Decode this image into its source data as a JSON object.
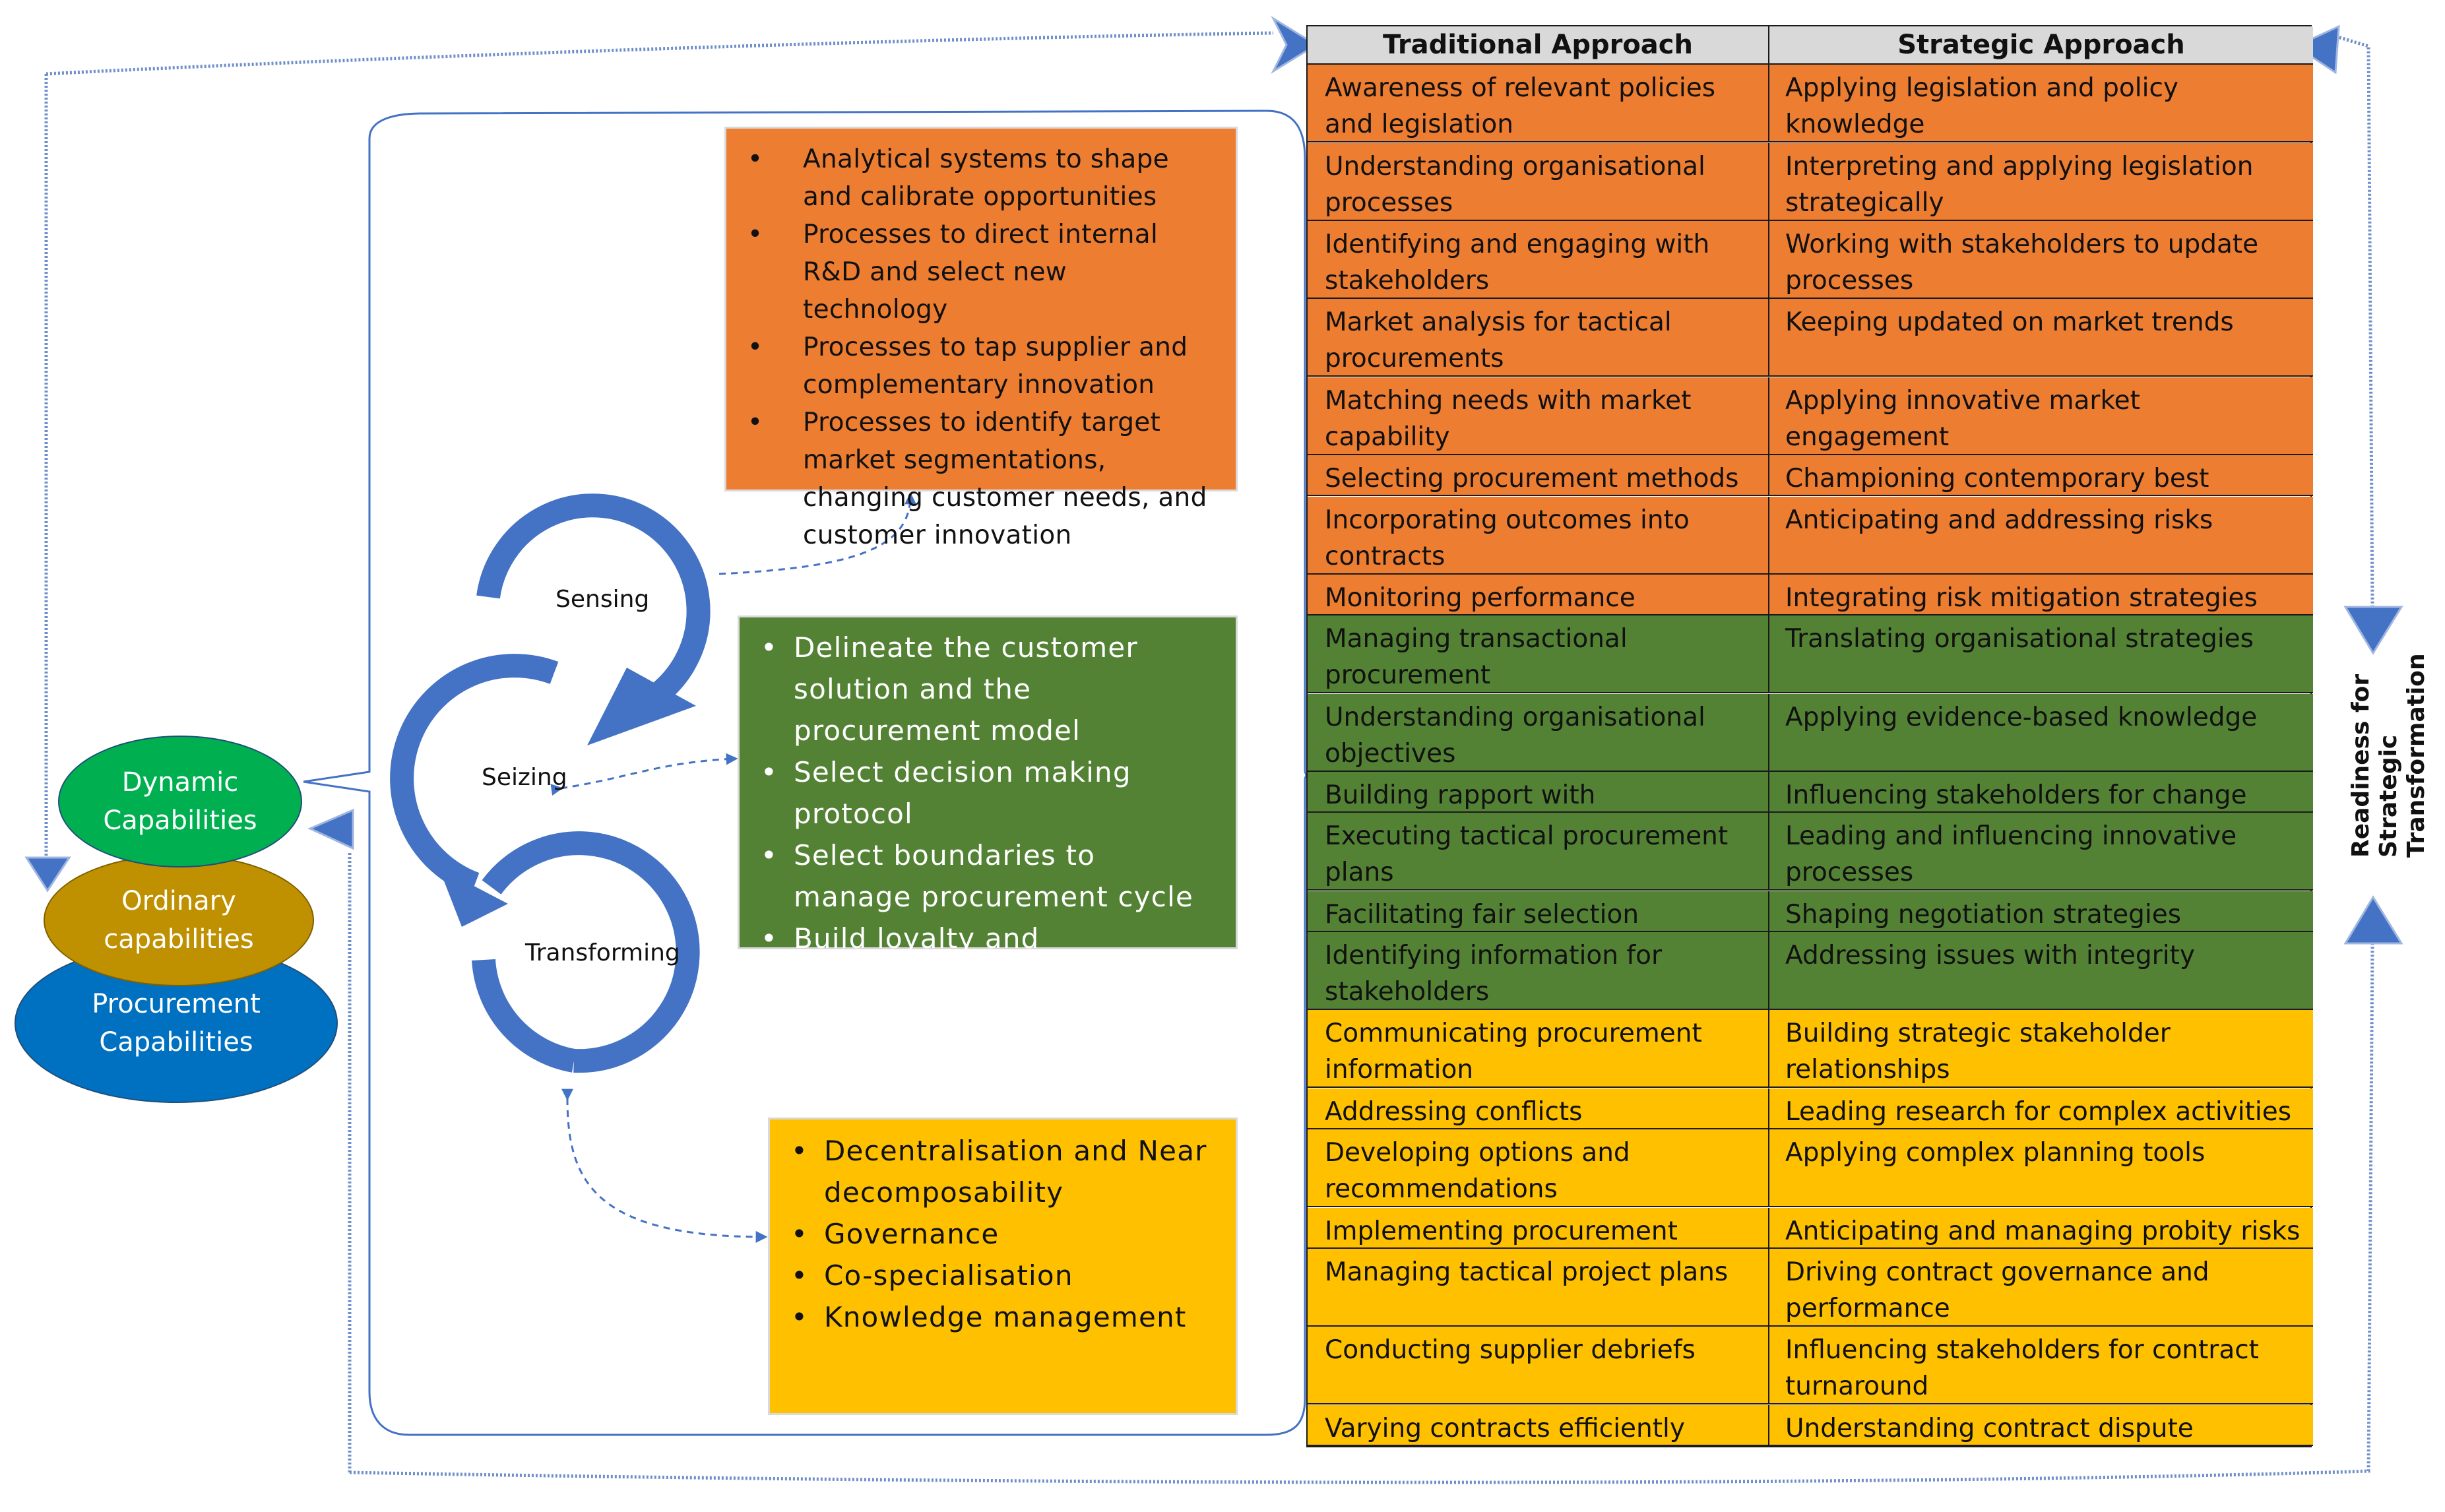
{
  "capabilities": {
    "dynamic": "Dynamic Capabilities",
    "ordinary": "Ordinary capabilities",
    "procurement": "Procurement Capabilities"
  },
  "stages": {
    "sensing": "Sensing",
    "seizing": "Seizing",
    "transforming": "Transforming"
  },
  "sensing_box": {
    "items": [
      "Analytical systems to shape and calibrate opportunities",
      "Processes to direct internal R&D and select new technology",
      "Processes to tap supplier and complementary innovation",
      "Processes to identify target market segmentations, changing customer needs, and customer innovation"
    ]
  },
  "seizing_box": {
    "items": [
      "Delineate the customer solution and the procurement model",
      "Select decision making protocol",
      "Select boundaries to manage procurement cycle",
      "Build loyalty and commitment"
    ]
  },
  "transforming_box": {
    "items": [
      "Decentralisation and Near decomposability",
      "Governance",
      "Co-specialisation",
      "Knowledge management"
    ]
  },
  "table": {
    "headers": [
      "Traditional Approach",
      "Strategic Approach"
    ],
    "rows": [
      {
        "traditional": "Awareness of relevant policies and legislation",
        "strategic": "Applying legislation and policy knowledge",
        "group": "orange"
      },
      {
        "traditional": "Understanding organisational processes",
        "strategic": "Interpreting and applying legislation strategically",
        "group": "orange"
      },
      {
        "traditional": "Identifying and engaging with stakeholders",
        "strategic": "Working with stakeholders to update processes",
        "group": "orange"
      },
      {
        "traditional": "Market analysis for tactical procurements",
        "strategic": "Keeping updated on market trends",
        "group": "orange"
      },
      {
        "traditional": "Matching needs with market capability",
        "strategic": "Applying innovative market engagement",
        "group": "orange"
      },
      {
        "traditional": "Selecting procurement methods",
        "strategic": "Championing contemporary best practices",
        "group": "orange"
      },
      {
        "traditional": "Incorporating outcomes into contracts",
        "strategic": "Anticipating and addressing risks",
        "group": "orange"
      },
      {
        "traditional": "Monitoring performance indicators",
        "strategic": "Integrating risk mitigation strategies",
        "group": "orange"
      },
      {
        "traditional": "Managing transactional procurement",
        "strategic": "Translating organisational strategies",
        "group": "green"
      },
      {
        "traditional": "Understanding organisational objectives",
        "strategic": "Applying evidence-based knowledge",
        "group": "green"
      },
      {
        "traditional": "Building rapport with stakeholders",
        "strategic": "Influencing stakeholders for change",
        "group": "green"
      },
      {
        "traditional": "Executing tactical procurement plans",
        "strategic": "Leading and influencing innovative processes",
        "group": "green"
      },
      {
        "traditional": "Facilitating fair selection processes",
        "strategic": "Shaping negotiation strategies",
        "group": "green"
      },
      {
        "traditional": "Identifying information for stakeholders",
        "strategic": "Addressing issues with integrity",
        "group": "green"
      },
      {
        "traditional": "Communicating procurement information",
        "strategic": "Building strategic stakeholder relationships",
        "group": "yellow"
      },
      {
        "traditional": "Addressing conflicts",
        "strategic": "Leading research for complex activities",
        "group": "yellow"
      },
      {
        "traditional": "Developing options and recommendations",
        "strategic": "Applying complex planning tools",
        "group": "yellow"
      },
      {
        "traditional": "Implementing procurement strategy",
        "strategic": "Anticipating and managing probity risks",
        "group": "yellow"
      },
      {
        "traditional": "Managing tactical project plans",
        "strategic": "Driving contract governance and performance",
        "group": "yellow"
      },
      {
        "traditional": "Conducting supplier debriefs",
        "strategic": "Influencing stakeholders for contract turnaround",
        "group": "yellow"
      },
      {
        "traditional": "Varying contracts efficiently",
        "strategic": "Understanding contract dispute resolution",
        "group": "yellow"
      }
    ]
  },
  "readiness_label": "Readiness for Strategic Transformation",
  "colors": {
    "orange": "#ed7d31",
    "green": "#548235",
    "yellow": "#ffc000",
    "cycle_blue": "#4472c4",
    "dynamic": "#00b050",
    "ordinary": "#bf9000",
    "procurement": "#0070c0"
  }
}
